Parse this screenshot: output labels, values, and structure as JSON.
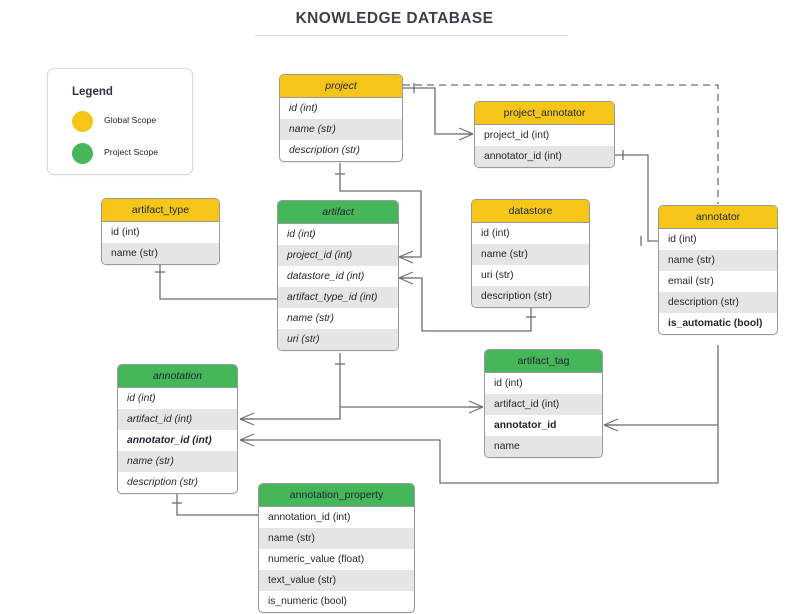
{
  "page": {
    "title": "KNOWLEDGE DATABASE",
    "background": "#ffffff"
  },
  "colors": {
    "global_scope": "#f5c518",
    "project_scope": "#45b65a",
    "row_alt": "#e5e5e5",
    "border": "#9a9a9a",
    "edge": "#6a6f76",
    "title_text": "#3a414d"
  },
  "legend": {
    "title": "Legend",
    "items": [
      {
        "label": "Global Scope",
        "color": "#f5c518",
        "scope": "global"
      },
      {
        "label": "Project Scope",
        "color": "#45b65a",
        "scope": "project"
      }
    ]
  },
  "entities": [
    {
      "name": "project",
      "scope": "global",
      "italic": true,
      "rows": [
        {
          "text": "id (int)",
          "bold": false
        },
        {
          "text": "name (str)",
          "bold": false
        },
        {
          "text": "description (str)",
          "bold": false
        }
      ]
    },
    {
      "name": "project_annotator",
      "scope": "global",
      "italic": false,
      "rows": [
        {
          "text": "project_id (int)",
          "bold": false
        },
        {
          "text": "annotator_id (int)",
          "bold": false
        }
      ]
    },
    {
      "name": "artifact_type",
      "scope": "global",
      "italic": false,
      "rows": [
        {
          "text": "id (int)",
          "bold": false
        },
        {
          "text": "name (str)",
          "bold": false
        }
      ]
    },
    {
      "name": "artifact",
      "scope": "project",
      "italic": true,
      "rows": [
        {
          "text": "id (int)",
          "bold": false
        },
        {
          "text": "project_id (int)",
          "bold": false
        },
        {
          "text": "datastore_id (int)",
          "bold": false
        },
        {
          "text": "artifact_type_id (int)",
          "bold": false
        },
        {
          "text": "name (str)",
          "bold": false
        },
        {
          "text": "uri (str)",
          "bold": false
        }
      ]
    },
    {
      "name": "datastore",
      "scope": "global",
      "italic": false,
      "rows": [
        {
          "text": "id (int)",
          "bold": false
        },
        {
          "text": "name (str)",
          "bold": false
        },
        {
          "text": "uri (str)",
          "bold": false
        },
        {
          "text": "description (str)",
          "bold": false
        }
      ]
    },
    {
      "name": "annotator",
      "scope": "global",
      "italic": false,
      "rows": [
        {
          "text": "id (int)",
          "bold": false
        },
        {
          "text": "name (str)",
          "bold": false
        },
        {
          "text": "email (str)",
          "bold": false
        },
        {
          "text": "description (str)",
          "bold": false
        },
        {
          "text": "is_automatic (bool)",
          "bold": true
        }
      ]
    },
    {
      "name": "annotation",
      "scope": "project",
      "italic": true,
      "rows": [
        {
          "text": "id (int)",
          "bold": false
        },
        {
          "text": "artifact_id (int)",
          "bold": false
        },
        {
          "text": "annotator_id (int)",
          "bold": true
        },
        {
          "text": "name (str)",
          "bold": false
        },
        {
          "text": "description (str)",
          "bold": false
        }
      ]
    },
    {
      "name": "artifact_tag",
      "scope": "project",
      "italic": false,
      "rows": [
        {
          "text": "id (int)",
          "bold": false
        },
        {
          "text": "artifact_id (int)",
          "bold": false
        },
        {
          "text": "annotator_id",
          "bold": true
        },
        {
          "text": "name",
          "bold": false
        }
      ]
    },
    {
      "name": "annotation_property",
      "scope": "project",
      "italic": false,
      "rows": [
        {
          "text": "annotation_id (int)",
          "bold": false
        },
        {
          "text": "name (str)",
          "bold": false
        },
        {
          "text": "numeric_value (float)",
          "bold": false
        },
        {
          "text": "text_value (str)",
          "bold": false
        },
        {
          "text": "is_numeric (bool)",
          "bold": false
        }
      ]
    }
  ],
  "relationships": [
    {
      "from": "project",
      "to": "project_annotator.project_id",
      "style": "solid",
      "from_card": "one",
      "to_card": "many"
    },
    {
      "from": "project",
      "to": "artifact.project_id",
      "style": "solid",
      "from_card": "one",
      "to_card": "many"
    },
    {
      "from": "project",
      "to": "annotator",
      "style": "dashed",
      "from_card": "one",
      "to_card": "none"
    },
    {
      "from": "project_annotator.annotator_id",
      "to": "annotator.id",
      "style": "solid",
      "from_card": "one",
      "to_card": "one"
    },
    {
      "from": "artifact_type",
      "to": "artifact.artifact_type_id",
      "style": "solid",
      "from_card": "one",
      "to_card": "many"
    },
    {
      "from": "datastore",
      "to": "artifact.datastore_id",
      "style": "solid",
      "from_card": "one",
      "to_card": "many"
    },
    {
      "from": "artifact",
      "to": "annotation.artifact_id",
      "style": "solid",
      "from_card": "one",
      "to_card": "many"
    },
    {
      "from": "artifact",
      "to": "artifact_tag.artifact_id",
      "style": "solid",
      "from_card": "one",
      "to_card": "many"
    },
    {
      "from": "annotation.annotator_id",
      "to": "annotator",
      "style": "solid",
      "from_card": "many",
      "to_card": "one"
    },
    {
      "from": "artifact_tag.annotator_id",
      "to": "annotator",
      "style": "solid",
      "from_card": "many",
      "to_card": "one"
    },
    {
      "from": "annotation",
      "to": "annotation_property.annotation_id",
      "style": "solid",
      "from_card": "one",
      "to_card": "many"
    }
  ]
}
